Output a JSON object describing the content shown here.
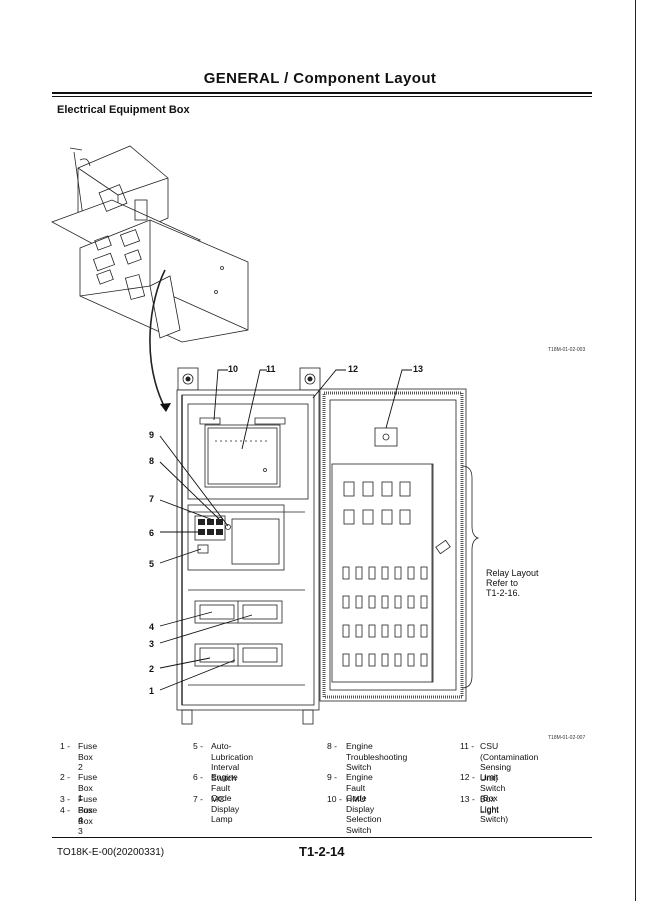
{
  "header": {
    "title": "GENERAL / Component Layout"
  },
  "section": {
    "title": "Electrical Equipment Box"
  },
  "figure_codes": {
    "upper": "T18M-01-02-003",
    "lower": "T18M-01-02-007"
  },
  "callouts": [
    "1",
    "2",
    "3",
    "4",
    "5",
    "6",
    "7",
    "8",
    "9",
    "10",
    "11",
    "12",
    "13"
  ],
  "relay_note": [
    "Relay Layout",
    "Refer to",
    "T1-2-16."
  ],
  "legend": [
    {
      "num": "1 -",
      "text": "Fuse Box 2"
    },
    {
      "num": "2 -",
      "text": "Fuse Box 1"
    },
    {
      "num": "3 -",
      "text": "Fuse Box 4"
    },
    {
      "num": "4 -",
      "text": "Fuse Box 3"
    },
    {
      "num": "5 -",
      "text": "Auto-Lubrication Interval\nSwitch"
    },
    {
      "num": "6 -",
      "text": "Engine Fault Code Display\nLamp"
    },
    {
      "num": "7 -",
      "text": "MC"
    },
    {
      "num": "8 -",
      "text": "Engine Troubleshooting\nSwitch"
    },
    {
      "num": "9 -",
      "text": "Engine Fault Code Display\nSelection Switch"
    },
    {
      "num": "10 -",
      "text": "HMU"
    },
    {
      "num": "11 -",
      "text": "CSU\n(Contamination Sensing\nUnit)"
    },
    {
      "num": "12 -",
      "text": "Limit Switch\n(Box Light Switch)"
    },
    {
      "num": "13 -",
      "text": "Box Light"
    }
  ],
  "footer": {
    "doc_code": "TO18K-E-00(20200331)",
    "page": "T1-2-14"
  }
}
